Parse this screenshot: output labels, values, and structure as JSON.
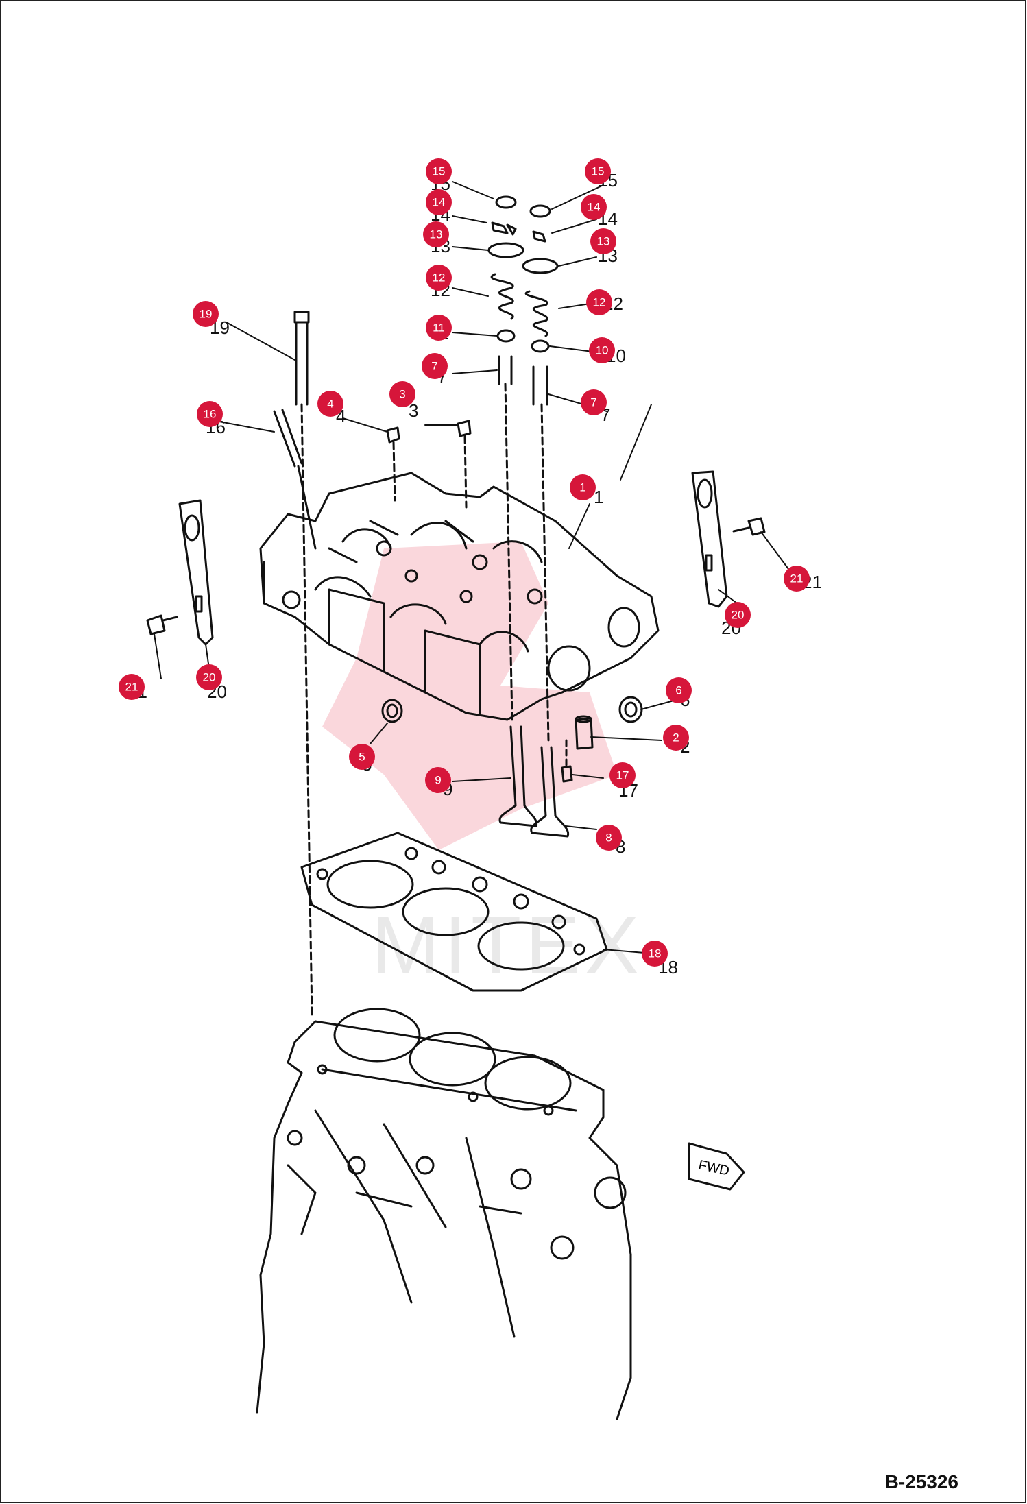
{
  "drawing_code": "B-25326",
  "fwd_tag": "FWD",
  "watermark_text": "MITEX",
  "badge_color": "#d6163a",
  "callouts": [
    {
      "id": "15a",
      "label": "15",
      "num": "15"
    },
    {
      "id": "15b",
      "label": "15",
      "num": "15"
    },
    {
      "id": "14a",
      "label": "14",
      "num": "14"
    },
    {
      "id": "14b",
      "label": "14",
      "num": "14"
    },
    {
      "id": "13a",
      "label": "13",
      "num": "13"
    },
    {
      "id": "13b",
      "label": "13",
      "num": "13"
    },
    {
      "id": "12a",
      "label": "12",
      "num": "12"
    },
    {
      "id": "12b",
      "label": "12",
      "num": "12"
    },
    {
      "id": "11",
      "label": "11",
      "num": "11"
    },
    {
      "id": "10",
      "label": "10",
      "num": "10"
    },
    {
      "id": "7a",
      "label": "7",
      "num": "7"
    },
    {
      "id": "7b",
      "label": "7",
      "num": "7"
    },
    {
      "id": "19",
      "label": "19",
      "num": "19"
    },
    {
      "id": "16",
      "label": "16",
      "num": "16"
    },
    {
      "id": "4",
      "label": "4",
      "num": "4"
    },
    {
      "id": "3",
      "label": "3",
      "num": "3"
    },
    {
      "id": "1",
      "label": "1",
      "num": "1"
    },
    {
      "id": "21a",
      "label": "21",
      "num": "21"
    },
    {
      "id": "21b",
      "label": "21",
      "num": "21"
    },
    {
      "id": "20a",
      "label": "20",
      "num": "20"
    },
    {
      "id": "20b",
      "label": "20",
      "num": "20"
    },
    {
      "id": "6",
      "label": "6",
      "num": "6"
    },
    {
      "id": "5",
      "label": "5",
      "num": "5"
    },
    {
      "id": "2",
      "label": "2",
      "num": "2"
    },
    {
      "id": "9",
      "label": "9",
      "num": "9"
    },
    {
      "id": "17",
      "label": "17",
      "num": "17"
    },
    {
      "id": "8",
      "label": "8",
      "num": "8"
    },
    {
      "id": "18",
      "label": "18",
      "num": "18"
    }
  ]
}
